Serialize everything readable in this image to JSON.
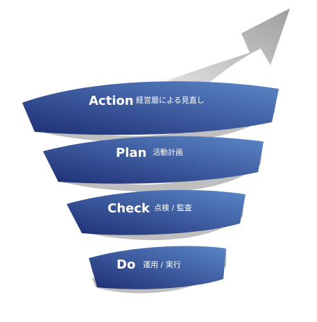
{
  "diagram": {
    "colors": {
      "band_light": "#5B87C8",
      "band_dark": "#1E2E73",
      "band_underside": "#BFBFBF",
      "arrow_light": "#E2E2E2",
      "arrow_dark": "#9E9E9E",
      "text": "#FFFFFF"
    },
    "stages": [
      {
        "keyword": "Action",
        "description": "経営層による見直し"
      },
      {
        "keyword": "Plan",
        "description": "活動計画"
      },
      {
        "keyword": "Check",
        "description": "点検 / 監査"
      },
      {
        "keyword": "Do",
        "description": "運用 / 実行"
      }
    ]
  }
}
